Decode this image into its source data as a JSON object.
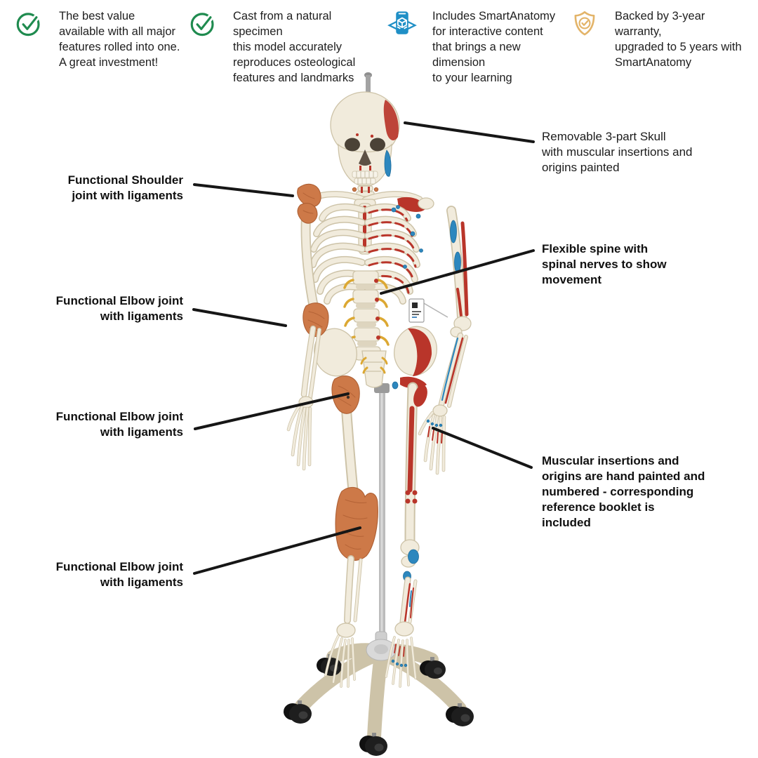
{
  "features": [
    {
      "icon": "check-circle-icon",
      "icon_color": "#1f8b4f",
      "text": "The best value\navailable with all major\nfeatures rolled into one.\nA great investment!"
    },
    {
      "icon": "check-circle-icon",
      "icon_color": "#1f8b4f",
      "text": "Cast from a natural\nspecimen\nthis model accurately\nreproduces osteological\nfeatures and landmarks"
    },
    {
      "icon": "ar-smartphone-icon",
      "icon_color": "#1f8fc6",
      "text": "Includes SmartAnatomy\nfor interactive content\nthat brings a new\ndimension\nto your learning"
    },
    {
      "icon": "shield-check-icon",
      "icon_color": "#e3b469",
      "text": "Backed by 3-year\nwarranty,\nupgraded to 5 years with\nSmartAnatomy"
    }
  ],
  "callouts_left": [
    {
      "target": "shoulder",
      "text": "Functional Shoulder\njoint with ligaments"
    },
    {
      "target": "elbow",
      "text": "Functional Elbow joint\nwith ligaments"
    },
    {
      "target": "hip",
      "text": "Functional Elbow joint\nwith ligaments"
    },
    {
      "target": "knee",
      "text": "Functional Elbow joint\nwith ligaments"
    }
  ],
  "callouts_right": [
    {
      "target": "skull",
      "text": "Removable 3-part Skull\nwith muscular insertions and\norigins painted"
    },
    {
      "target": "spine",
      "text": "Flexible spine with\nspinal nerves to show\nmovement"
    },
    {
      "target": "muscles",
      "text": "Muscular insertions and\norigins are hand painted and\nnumbered - corresponding\n reference booklet is\nincluded"
    }
  ],
  "model": {
    "alt": "Painted human skeleton anatomy model with muscle insertions, ligaments and spinal nerves, mounted on a 5-caster rolling metal stand",
    "colors": {
      "bone": "#f1ebdc",
      "muscle_red": "#b9352a",
      "muscle_blue": "#2d87be",
      "ligament_orange": "#cd7948",
      "stand_gray": "#dedede"
    }
  }
}
